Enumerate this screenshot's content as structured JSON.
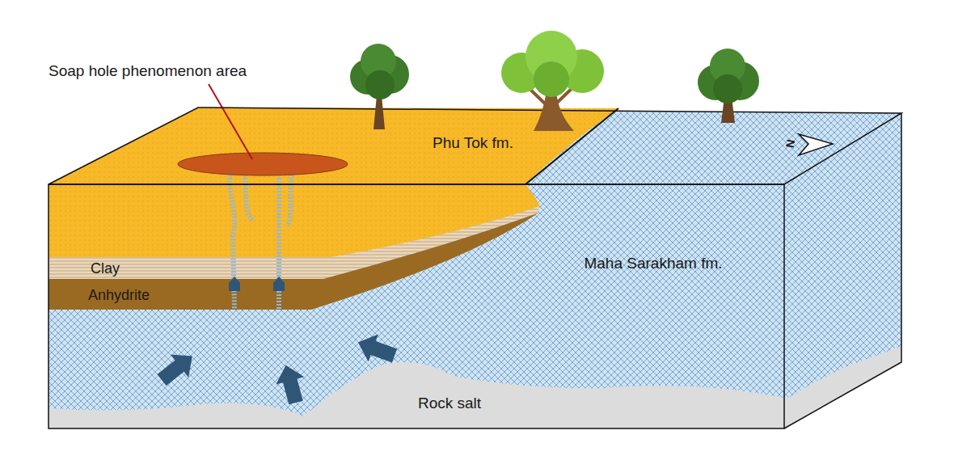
{
  "diagram": {
    "labels": [
      "Soap hole phenomenon area",
      "Phu Tok fm.",
      "Clay",
      "Anhydrite",
      "Maha Sarakham fm.",
      "Rock salt",
      "N"
    ]
  }
}
